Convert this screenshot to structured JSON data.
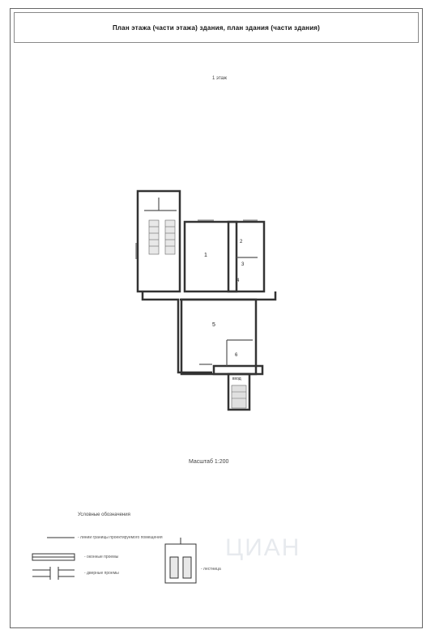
{
  "document": {
    "title": "План этажа (части этажа) здания, план здания (части здания)",
    "floor_label": "1 этаж",
    "scale": "Масштаб 1:200"
  },
  "plan": {
    "room_labels": [
      "1",
      "2",
      "3",
      "4",
      "5",
      "6"
    ],
    "entrance_label": "вход"
  },
  "legend": {
    "title": "Условные обозначения",
    "items": [
      {
        "icon": "line-icon",
        "text": "- линии границы проектируемого помещения"
      },
      {
        "icon": "window-icon",
        "text": "- оконные проемы"
      },
      {
        "icon": "door-icon",
        "text": "- дверные проемы"
      },
      {
        "icon": "stairs-icon",
        "text": "- лестница"
      }
    ]
  },
  "watermark": "ЦИАН"
}
